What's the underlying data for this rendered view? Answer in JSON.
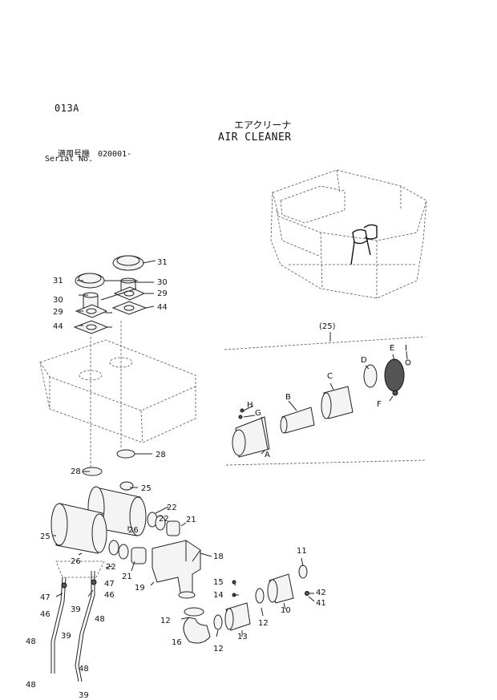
{
  "header": {
    "page_code": "013A",
    "title_jp": "エアクリーナ",
    "title_en": "AIR CLEANER",
    "serial_jp": "適用号機　020001-",
    "serial_en": "Serial No."
  },
  "subassembly": {
    "group_label": "(25)",
    "letters": [
      "A",
      "B",
      "C",
      "D",
      "E",
      "F",
      "G",
      "H",
      "I"
    ]
  },
  "callouts": [
    "31",
    "30",
    "29",
    "44",
    "31",
    "30",
    "29",
    "44",
    "28",
    "28",
    "25",
    "25",
    "26",
    "26",
    "22",
    "22",
    "21",
    "21",
    "18",
    "19",
    "22",
    "47",
    "46",
    "15",
    "14",
    "12",
    "16",
    "12",
    "13",
    "12",
    "11",
    "10",
    "42",
    "41",
    "47",
    "46",
    "48",
    "39",
    "48",
    "39",
    "48",
    "48",
    "39"
  ]
}
